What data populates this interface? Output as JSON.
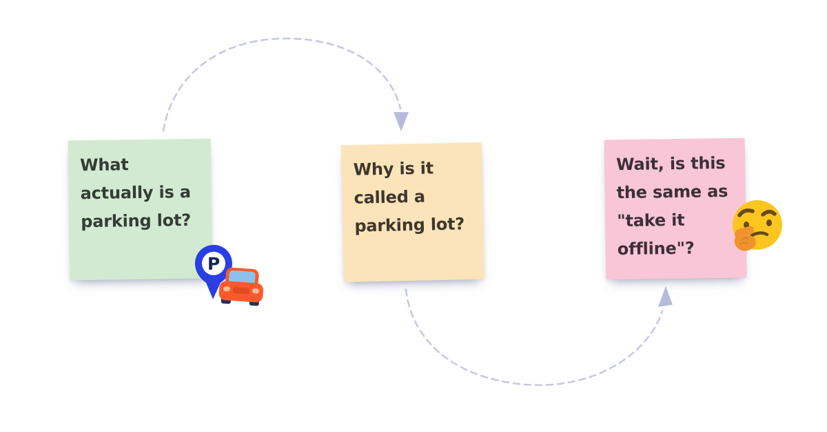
{
  "board": {
    "background_color": "#ffffff",
    "description": "Whiteboard illustration of the 'parking lot' meeting technique with three sticky notes linked by dashed arrows"
  },
  "connectors": {
    "color": "#c6c8e4",
    "arrowhead_color": "#b7bcdc",
    "items": [
      {
        "name": "arrow-note1-to-note2",
        "style": "dashed",
        "direction": "down",
        "from": "note-green",
        "to": "note-orange"
      },
      {
        "name": "arrow-note2-to-note3",
        "style": "dashed",
        "direction": "up",
        "from": "note-orange",
        "to": "note-pink"
      }
    ]
  },
  "notes": [
    {
      "text": "What\nactually is a\nparking lot?",
      "bg": "#d3ead2",
      "ink": "#333c35"
    },
    {
      "text": "Why is it\ncalled a\nparking lot?",
      "bg": "#fce4ba",
      "ink": "#3e372d"
    },
    {
      "text": "Wait, is this\nthe same as\n\"take it\noffline\"?",
      "bg": "#f8c6d6",
      "ink": "#3d3038"
    }
  ],
  "stickers": {
    "parking_pin": {
      "letter": "P",
      "pin_color": "#2a3fe1",
      "badge_color": "#ffffff",
      "letter_color": "#172657",
      "car_body_color": "#f95a2d",
      "windshield_color": "#8cc1eb",
      "wheel_color": "#243156",
      "light_color": "#ffbd93",
      "grille_color": "#e04a1f"
    },
    "thinking_emoji": {
      "face_color": "#fcc51f",
      "feature_color": "#654a1e",
      "hand_color": "#f0932d",
      "hand_shade": "#d87f1f"
    }
  }
}
